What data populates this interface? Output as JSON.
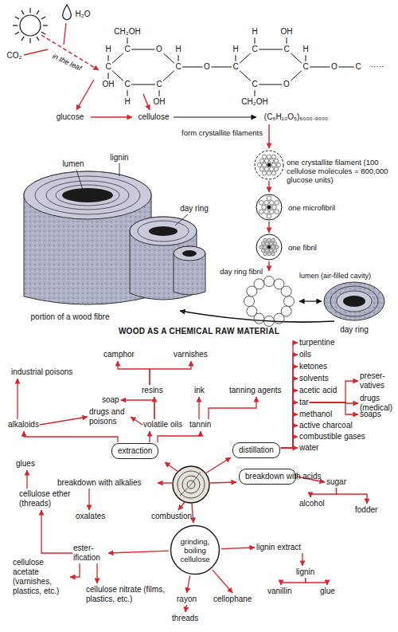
{
  "diagram": {
    "title": "WOOD AS A CHEMICAL RAW MATERIAL",
    "nodes": [
      {
        "text": [
          "turpentine"
        ]
      },
      {
        "text": [
          "camphor"
        ]
      },
      {
        "text": [
          "varnishes"
        ]
      },
      {
        "text": [
          "oils"
        ]
      },
      {
        "text": [
          "ketones"
        ]
      },
      {
        "text": [
          "industrial poisons"
        ]
      },
      {
        "text": [
          "solvents"
        ]
      },
      {
        "text": [
          "preser- vatives"
        ]
      },
      {
        "text": [
          "resins"
        ]
      },
      {
        "text": [
          "ink"
        ]
      },
      {
        "text": [
          "tanning agents"
        ]
      },
      {
        "text": [
          "acetic acid"
        ]
      },
      {
        "text": [
          "soap"
        ]
      },
      {
        "text": [
          "tar"
        ]
      },
      {
        "text": [
          "drugs (medical)"
        ]
      },
      {
        "text": [
          "methanol"
        ]
      },
      {
        "text": [
          "drugs and poisons"
        ]
      },
      {
        "text": [
          "alkaloids"
        ]
      },
      {
        "text": [
          "volatile oils"
        ]
      },
      {
        "text": [
          "tannin"
        ]
      },
      {
        "text": [
          "active charcoal"
        ]
      },
      {
        "text": [
          "soaps"
        ]
      },
      {
        "text": [
          "combustible gases"
        ]
      },
      {
        "text": [
          "water"
        ]
      },
      {
        "text": [
          "extraction"
        ]
      },
      {
        "text": [
          "distillation"
        ]
      },
      {
        "text": [
          "glues"
        ]
      },
      {
        "text": [
          "sugar"
        ]
      },
      {
        "text": [
          "breakdown with acids"
        ]
      },
      {
        "text": [
          "breakdown with alkalies"
        ]
      },
      {
        "text": [
          "cellulose ether (threads)"
        ]
      },
      {
        "text": [
          "alcohol"
        ]
      },
      {
        "text": [
          "fodder"
        ]
      },
      {
        "text": [
          "oxalates"
        ]
      },
      {
        "text": [
          "combustion"
        ]
      },
      {
        "text": [
          "lignin extract"
        ]
      },
      {
        "text": [
          "ester- ification"
        ]
      },
      {
        "text": [
          "grinding, boiling cellulose"
        ]
      },
      {
        "text": [
          "cellulose acetate (varnishes, plastics, etc.)"
        ]
      },
      {
        "text": [
          "lignin"
        ]
      },
      {
        "text": [
          "vanillin"
        ]
      },
      {
        "text": [
          "glue"
        ]
      },
      {
        "text": [
          "cellulose nitrate (films, plastics, etc.)"
        ]
      },
      {
        "text": [
          "rayon"
        ]
      },
      {
        "text": [
          "cellophane"
        ]
      },
      {
        "text": [
          "threads"
        ]
      }
    ],
    "edges": [
      {
        "from": 24,
        "to": 17,
        "arrow": "to"
      },
      {
        "from": 24,
        "to": 18,
        "arrow": "to"
      },
      {
        "from": 24,
        "to": 19,
        "arrow": "to"
      },
      {
        "from": 17,
        "to": 5,
        "arrow": "to"
      },
      {
        "from": 17,
        "to": 16,
        "arrow": "to"
      },
      {
        "from": 18,
        "to": 16,
        "arrow": "to"
      },
      {
        "from": 18,
        "to": 12,
        "arrow": "to"
      },
      {
        "from": 18,
        "to": 8,
        "arrow": "to"
      },
      {
        "from": 8,
        "to": 1,
        "arrow": "to"
      },
      {
        "from": 8,
        "to": 2,
        "arrow": "to"
      },
      {
        "from": 19,
        "to": 9,
        "arrow": "to"
      },
      {
        "from": 19,
        "to": 10,
        "arrow": "to"
      },
      {
        "from": 25,
        "to": 0,
        "arrow": "to"
      },
      {
        "from": 25,
        "to": 3,
        "arrow": "to"
      },
      {
        "from": 25,
        "to": 4,
        "arrow": "to"
      },
      {
        "from": 25,
        "to": 6,
        "arrow": "to"
      },
      {
        "from": 25,
        "to": 11,
        "arrow": "to"
      },
      {
        "from": 25,
        "to": 13,
        "arrow": "to"
      },
      {
        "from": 25,
        "to": 15,
        "arrow": "to"
      },
      {
        "from": 25,
        "to": 20,
        "arrow": "to"
      },
      {
        "from": 25,
        "to": 22,
        "arrow": "to"
      },
      {
        "from": 25,
        "to": 23,
        "arrow": "to"
      },
      {
        "from": 13,
        "to": 7,
        "arrow": "to"
      },
      {
        "from": 13,
        "to": 14,
        "arrow": "to"
      },
      {
        "from": 13,
        "to": 21,
        "arrow": "to"
      },
      {
        "from": 29,
        "to": 33,
        "arrow": "to"
      },
      {
        "from": 30,
        "to": 26,
        "arrow": "to"
      },
      {
        "from": 36,
        "to": 30,
        "arrow": "to"
      },
      {
        "from": 36,
        "to": 38,
        "arrow": "to"
      },
      {
        "from": 36,
        "to": 42,
        "arrow": "to"
      },
      {
        "from": 37,
        "to": 36,
        "arrow": "to"
      },
      {
        "from": 37,
        "to": 43,
        "arrow": "to"
      },
      {
        "from": 43,
        "to": 45,
        "arrow": "to"
      },
      {
        "from": 37,
        "to": 44,
        "arrow": "to"
      },
      {
        "from": 37,
        "to": 35,
        "arrow": "to"
      },
      {
        "from": 35,
        "to": 39,
        "arrow": "to"
      },
      {
        "from": 39,
        "to": 40,
        "arrow": "to"
      },
      {
        "from": 39,
        "to": 41,
        "arrow": "to"
      },
      {
        "from": 28,
        "to": 27,
        "arrow": "to"
      },
      {
        "from": 27,
        "to": 31,
        "arrow": "to"
      },
      {
        "from": 27,
        "to": 32,
        "arrow": "to"
      }
    ],
    "labels": [
      "H₂O",
      "CO₂",
      "in the leaf",
      "CH₂OH",
      "C",
      "O",
      "C",
      "C",
      "C",
      "C",
      "H",
      "OH",
      "H",
      "OH",
      "H",
      "O",
      "C",
      "C",
      "C",
      "C",
      "O",
      "C",
      "H",
      "H",
      "OH",
      "H",
      "CH₂OH",
      "O",
      "C",
      "·····",
      "glucose",
      "cellulose",
      "(C₆H₁₀O₅)₆₀₀₀₋₉₀₀₀",
      "form crystallite filaments",
      "lignin",
      "lumen",
      "day ring",
      "portion of a wood fibre",
      "one crystallite filament (100 cellulose molecules = 800,000 glucose units)",
      "one microfibril",
      "one fibril",
      "day ring fibril",
      "lumen (air-filled cavity)",
      "day ring"
    ]
  }
}
